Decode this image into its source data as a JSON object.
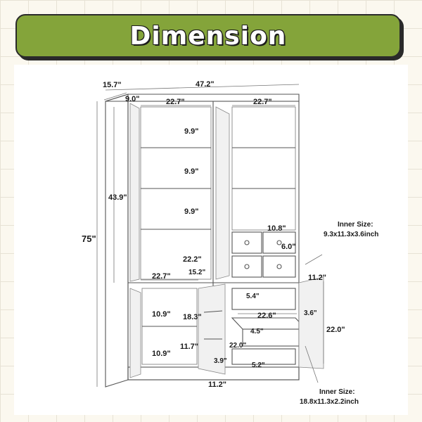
{
  "banner": {
    "title": "Dimension"
  },
  "dimensions": {
    "depth_top": "15.7\"",
    "width_total": "47.2\"",
    "depth_inner": "9.0\"",
    "upper_left_width": "22.7\"",
    "upper_right_width": "22.7\"",
    "shelf_1": "9.9\"",
    "shelf_2": "9.9\"",
    "shelf_3": "9.9\"",
    "shelf_bottom": "22.2\"",
    "upper_height": "43.9\"",
    "total_height": "75\"",
    "top_drawer_width": "10.8\"",
    "top_drawer_height": "6.0\"",
    "top_drawer_depth": "15.2\"",
    "lower_left_width": "22.7\"",
    "lower_shelf_top": "10.9\"",
    "lower_shelf_bottom": "10.9\"",
    "door_shelf_top": "18.3\"",
    "door_shelf_bottom": "11.7\"",
    "door_depth": "3.9\"",
    "lower_depth": "11.2\"",
    "middle_drawer_height": "5.4\"",
    "middle_drawer_width": "22.6\"",
    "middle_drawer_side": "3.6\"",
    "lower_drawer_height": "4.5\"",
    "lower_drawer_bottom": "5.2\"",
    "lower_cabinet_height": "22.0\"",
    "lower_cabinet_inner": "22.0\"",
    "right_cabinet_depth": "11.2\""
  },
  "inner_size_top": {
    "label": "Inner Size:",
    "value": "9.3x11.3x3.6inch"
  },
  "inner_size_bottom": {
    "label": "Inner Size:",
    "value": "18.8x11.3x2.2inch"
  }
}
